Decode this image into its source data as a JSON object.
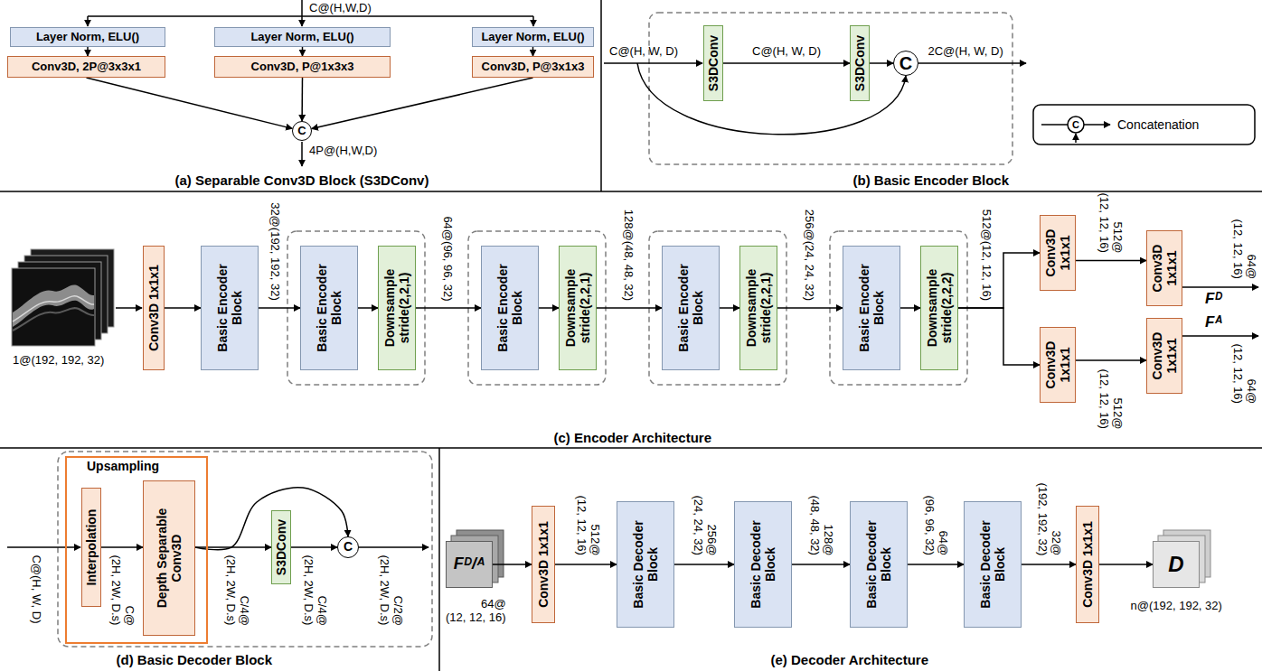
{
  "diagram": {
    "nodes": [
      {
        "text": [
          "Layer Norm, ELU()"
        ]
      },
      {
        "text": [
          "Conv3D, 2P@3x3x1"
        ]
      },
      {
        "text": [
          "Layer Norm, ELU()"
        ]
      },
      {
        "text": [
          "Conv3D, P@1x3x3"
        ]
      },
      {
        "text": [
          "Layer Norm, ELU()"
        ]
      },
      {
        "text": [
          "Conv3D, P@3x1x3"
        ]
      },
      {
        "text": [
          "C"
        ]
      },
      {
        "text": [
          "S3DConv"
        ]
      },
      {
        "text": [
          "S3DConv"
        ]
      },
      {
        "text": [
          "C"
        ]
      },
      {
        "text": [
          "Conv3D 1x1x1"
        ]
      },
      {
        "text": [
          "Basic Encoder Block"
        ]
      },
      {
        "text": [
          "Basic Encoder Block"
        ]
      },
      {
        "text": [
          "Downsample stride(2,2,1)"
        ]
      },
      {
        "text": [
          "Basic Encoder Block"
        ]
      },
      {
        "text": [
          "Downsample stride(2,2,1)"
        ]
      },
      {
        "text": [
          "Basic Encoder Block"
        ]
      },
      {
        "text": [
          "Downsample stride(2,2,1)"
        ]
      },
      {
        "text": [
          "Basic Encoder Block"
        ]
      },
      {
        "text": [
          "Downsample stride(2,2,2)"
        ]
      },
      {
        "text": [
          "Conv3D 1x1x1"
        ]
      },
      {
        "text": [
          "Conv3D 1x1x1"
        ]
      },
      {
        "text": [
          "Conv3D 1x1x1"
        ]
      },
      {
        "text": [
          "Conv3D 1x1x1"
        ]
      },
      {
        "text": [
          "Upsampling"
        ]
      },
      {
        "text": [
          "Interpolation"
        ],
        "in": 24
      },
      {
        "text": [
          "Depth Separable Conv3D"
        ],
        "in": 24
      },
      {
        "text": [
          "S3DConv"
        ]
      },
      {
        "text": [
          "C"
        ]
      },
      {
        "text": [
          "Fᴰ/ᴬ"
        ]
      },
      {
        "text": [
          "Conv3D 1x1x1"
        ]
      },
      {
        "text": [
          "Basic Decoder Block"
        ]
      },
      {
        "text": [
          "Basic Decoder Block"
        ]
      },
      {
        "text": [
          "Basic Decoder Block"
        ]
      },
      {
        "text": [
          "Basic Decoder Block"
        ]
      },
      {
        "text": [
          "Conv3D 1x1x1"
        ]
      },
      {
        "text": [
          "D"
        ]
      }
    ],
    "edges": [
      {
        "from": 0,
        "to": 1,
        "arrow": "to"
      },
      {
        "from": 2,
        "to": 3,
        "arrow": "to"
      },
      {
        "from": 4,
        "to": 5,
        "arrow": "to"
      },
      {
        "from": 1,
        "to": 6,
        "arrow": "to"
      },
      {
        "from": 3,
        "to": 6,
        "arrow": "to"
      },
      {
        "from": 5,
        "to": 6,
        "arrow": "to"
      },
      {
        "from": 7,
        "to": 8,
        "arrow": "to"
      },
      {
        "from": 8,
        "to": 9,
        "arrow": "to"
      },
      {
        "from": 10,
        "to": 11,
        "arrow": "to"
      },
      {
        "from": 11,
        "to": 12,
        "arrow": "to"
      },
      {
        "from": 12,
        "to": 13,
        "arrow": "to"
      },
      {
        "from": 13,
        "to": 14,
        "arrow": "to"
      },
      {
        "from": 14,
        "to": 15,
        "arrow": "to"
      },
      {
        "from": 15,
        "to": 16,
        "arrow": "to"
      },
      {
        "from": 16,
        "to": 17,
        "arrow": "to"
      },
      {
        "from": 17,
        "to": 18,
        "arrow": "to"
      },
      {
        "from": 18,
        "to": 19,
        "arrow": "to"
      },
      {
        "from": 19,
        "to": 20,
        "arrow": "to"
      },
      {
        "from": 19,
        "to": 21,
        "arrow": "to"
      },
      {
        "from": 20,
        "to": 22,
        "arrow": "to"
      },
      {
        "from": 21,
        "to": 23,
        "arrow": "to"
      },
      {
        "from": 25,
        "to": 26,
        "arrow": "to"
      },
      {
        "from": 26,
        "to": 27,
        "arrow": "to"
      },
      {
        "from": 26,
        "to": 28,
        "arrow": "to"
      },
      {
        "from": 27,
        "to": 28,
        "arrow": "to"
      },
      {
        "from": 29,
        "to": 30,
        "arrow": "to"
      },
      {
        "from": 30,
        "to": 31,
        "arrow": "to"
      },
      {
        "from": 31,
        "to": 32,
        "arrow": "to"
      },
      {
        "from": 32,
        "to": 33,
        "arrow": "to"
      },
      {
        "from": 33,
        "to": 34,
        "arrow": "to"
      },
      {
        "from": 34,
        "to": 35,
        "arrow": "to"
      },
      {
        "from": 35,
        "to": 36,
        "arrow": "to"
      }
    ],
    "labels": [
      "C@(H,W,D)",
      "4P@(H,W,D)",
      "(a) Separable Conv3D Block (S3DConv)",
      "C@(H, W, D)",
      "C@(H, W, D)",
      "2C@(H, W, D)",
      "C",
      "(b) Basic Encoder Block",
      "1@(192, 192, 32)",
      "32@(192, 192, 32)",
      "64@(96, 96, 32)",
      "128@(48, 48, 32)",
      "256@(24, 24, 32)",
      "512@(12, 12, 16)",
      "512@ (12, 12, 16)",
      "64@ (12, 12, 16)",
      "Fᴰ",
      "Fᴬ",
      "512@ (12, 12, 16)",
      "64@ (12, 12, 16)",
      "(c) Encoder Architecture",
      "C@(H, W, D)",
      "C@ (2H, 2W, D.s)",
      "C/4@ (2H, 2W, D.s)",
      "C/4@ (2H, 2W, D.s)",
      "C/2@ (2H, 2W, D.s)",
      "(d) Basic Decoder Block",
      "64@ (12, 12, 16)",
      "512@ (12, 12, 16)",
      "256@ (24, 24, 32)",
      "128@ (48, 48, 32)",
      "64@ (96, 96, 32)",
      "32@ (192, 192, 32)",
      "n@(192, 192, 32)",
      "(e) Decoder Architecture"
    ],
    "legend": [
      {
        "text": "Concatenation"
      }
    ]
  }
}
